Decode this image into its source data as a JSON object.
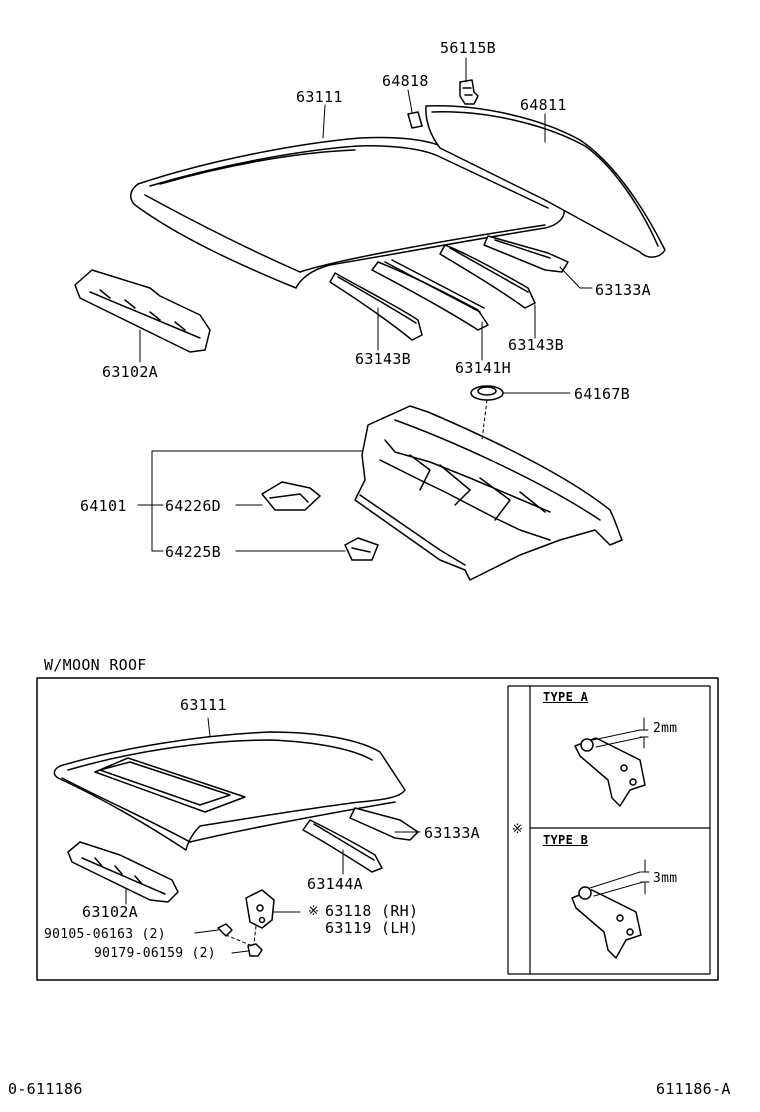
{
  "parts": {
    "p56115B": "56115B",
    "p64818": "64818",
    "p63111_top": "63111",
    "p64811": "64811",
    "p63133A_top": "63133A",
    "p63143B_left": "63143B",
    "p63141H": "63141H",
    "p63143B_right": "63143B",
    "p63102A_top": "63102A",
    "p64167B": "64167B",
    "p64101": "64101",
    "p64226D": "64226D",
    "p64225B": "64225B"
  },
  "moonroof": {
    "section_label": "W/MOON ROOF",
    "p63111": "63111",
    "p63133A": "63133A",
    "p63144A": "63144A",
    "p63102A": "63102A",
    "p63118": "63118 (RH)",
    "p63119": "63119 (LH)",
    "bolt1": "90105-06163 (2)",
    "bolt2": "90179-06159 (2)",
    "note_mark": "※",
    "detail_mark": "※",
    "type_a": {
      "title": "TYPE A",
      "dim": "2mm"
    },
    "type_b": {
      "title": "TYPE B",
      "dim": "3mm"
    }
  },
  "footer": {
    "left_code": "0-611186",
    "right_code": "611186-A"
  }
}
